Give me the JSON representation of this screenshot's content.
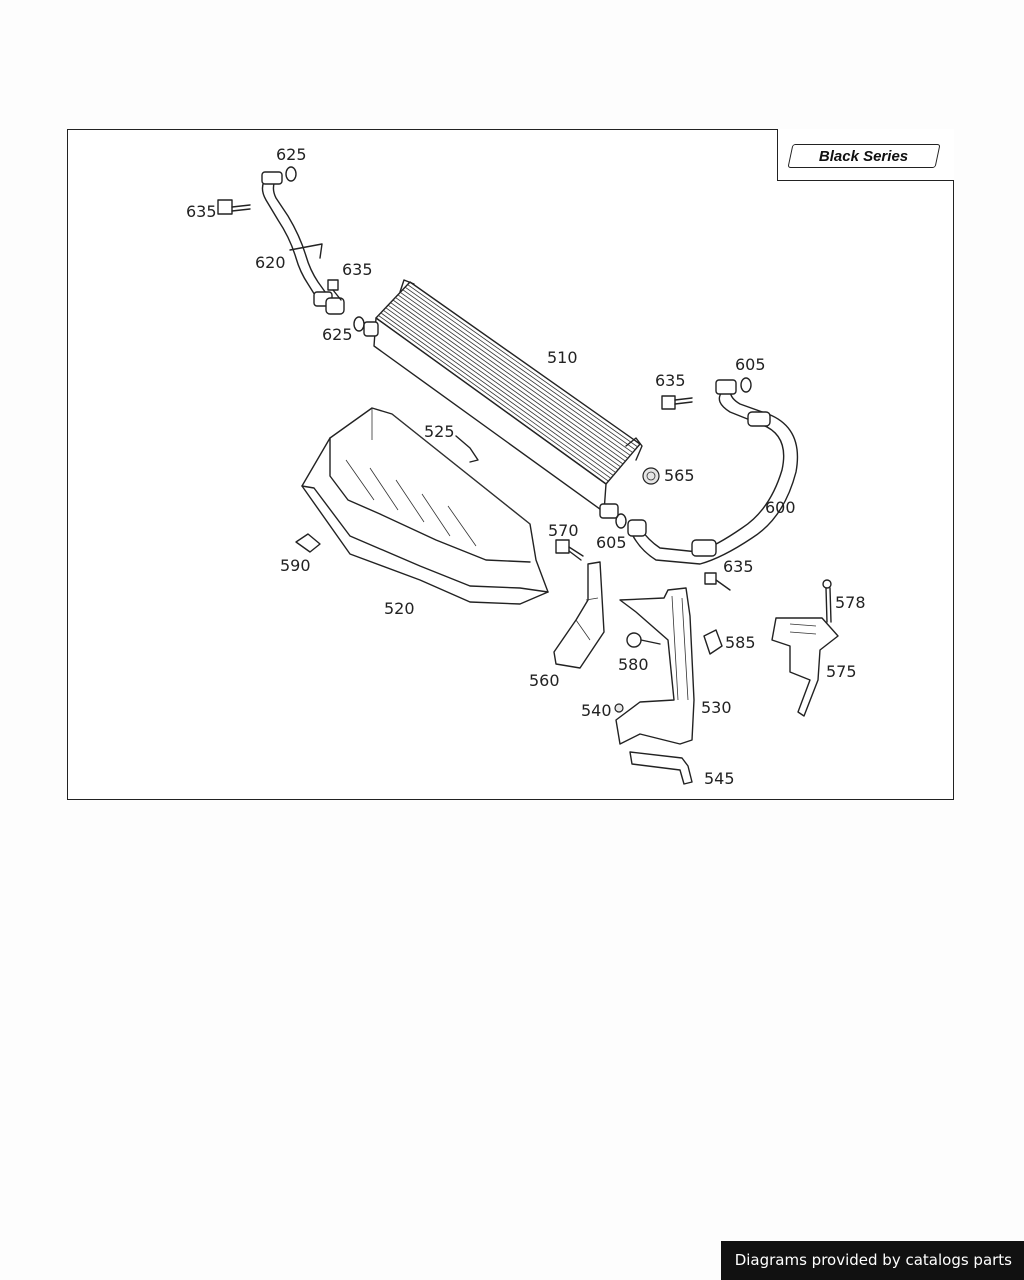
{
  "series_label": "Black Series",
  "footer": "Diagrams provided by catalogs parts",
  "callouts": {
    "c625a": "625",
    "c635a": "635",
    "c620": "620",
    "c635b": "635",
    "c625b": "625",
    "c510": "510",
    "c635c": "635",
    "c605a": "605",
    "c525": "525",
    "c565": "565",
    "c600": "600",
    "c570": "570",
    "c605b": "605",
    "c635d": "635",
    "c590": "590",
    "c520": "520",
    "c578": "578",
    "c585": "585",
    "c580": "580",
    "c575": "575",
    "c560": "560",
    "c540": "540",
    "c530": "530",
    "c545": "545"
  }
}
